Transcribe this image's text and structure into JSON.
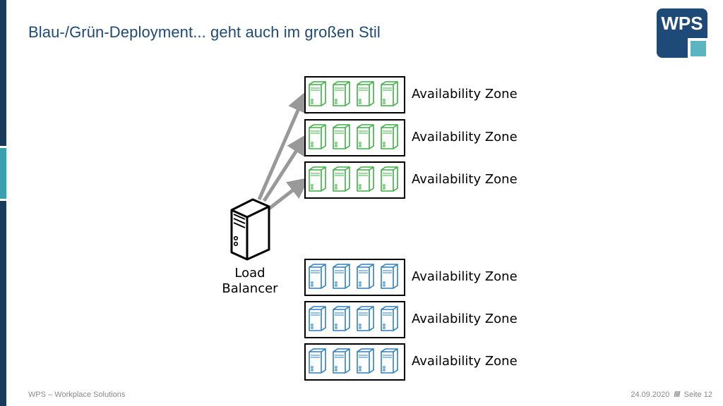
{
  "slide": {
    "title": "Blau-/Grün-Deployment... geht auch im großen Stil",
    "logo_text": "WPS",
    "footer_left": "WPS – Workplace Solutions",
    "footer_date": "24.09.2020",
    "footer_sep": "////",
    "footer_page": "Seite 12"
  },
  "diagram": {
    "load_balancer_line1": "Load",
    "load_balancer_line2": "Balancer",
    "zones": [
      {
        "label": "Availability Zone",
        "group": "green"
      },
      {
        "label": "Availability Zone",
        "group": "green"
      },
      {
        "label": "Availability Zone",
        "group": "green"
      },
      {
        "label": "Availability Zone",
        "group": "blue"
      },
      {
        "label": "Availability Zone",
        "group": "blue"
      },
      {
        "label": "Availability Zone",
        "group": "blue"
      }
    ],
    "servers_per_zone": 4,
    "colors": {
      "green": "#3cb043",
      "blue": "#2f7fc0",
      "arrow": "#999999",
      "title": "#1e4a78",
      "logo": "#1e4a78",
      "accent": "#3aa0b0"
    }
  }
}
